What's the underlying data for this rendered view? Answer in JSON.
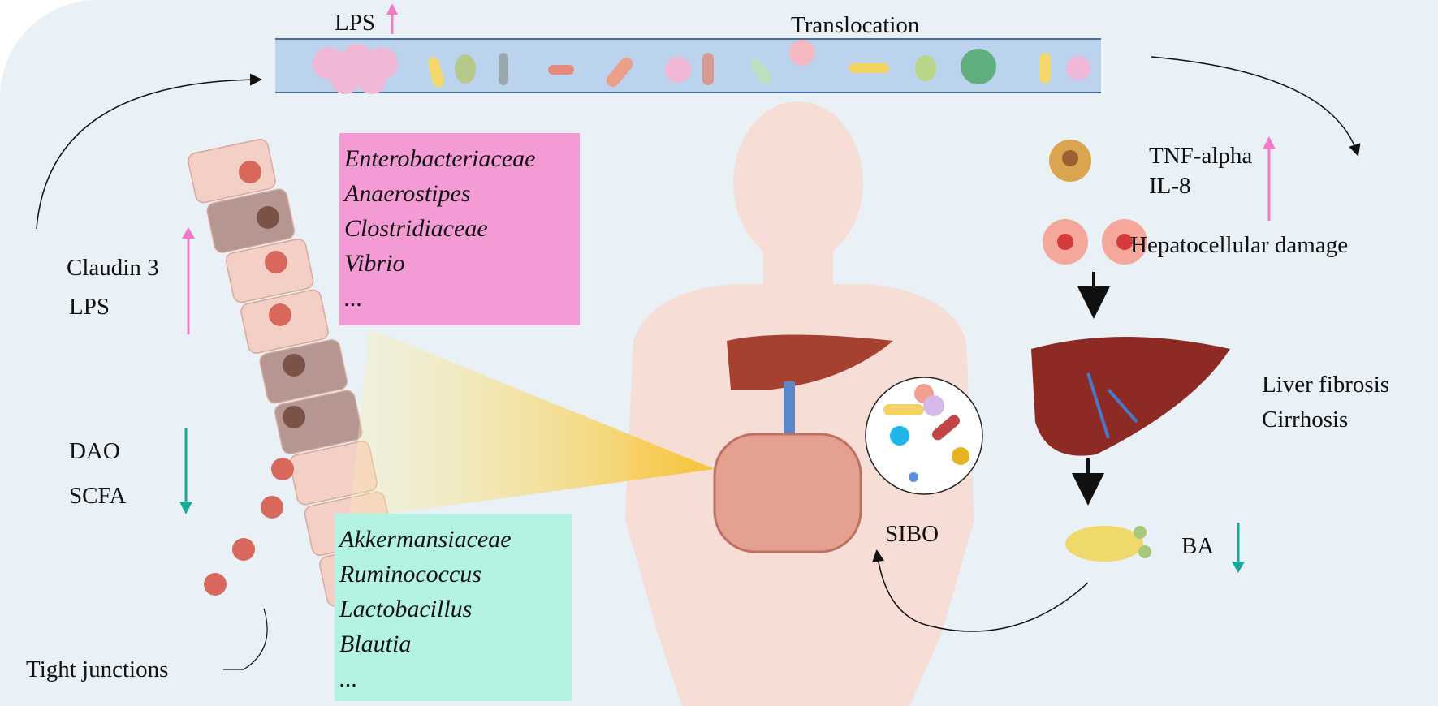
{
  "lumen": {
    "lps_label": "LPS",
    "translocation_label": "Translocation"
  },
  "left_markers": {
    "up": [
      "Claudin 3",
      "LPS"
    ],
    "down": [
      "DAO",
      "SCFA"
    ],
    "tight_junctions": "Tight junctions"
  },
  "increased_taxa": [
    "Enterobacteriaceae",
    "Anaerostipes",
    "Clostridiaceae",
    "Vibrio",
    "..."
  ],
  "decreased_taxa": [
    "Akkermansiaceae",
    "Ruminococcus",
    "Lactobacillus",
    "Blautia",
    "..."
  ],
  "right_panel": {
    "cytokines": [
      "TNF-alpha",
      "IL-8"
    ],
    "hepatocellular": "Hepatocellular damage",
    "liver": [
      "Liver fibrosis",
      "Cirrhosis"
    ],
    "ba": "BA",
    "sibo": "SIBO"
  },
  "colors": {
    "up_arrow": "#f07cc8",
    "down_arrow": "#16a99a",
    "increased_box": "#f49ad4",
    "decreased_box": "#b4f2e4",
    "lumen": "#bcd3ee"
  }
}
